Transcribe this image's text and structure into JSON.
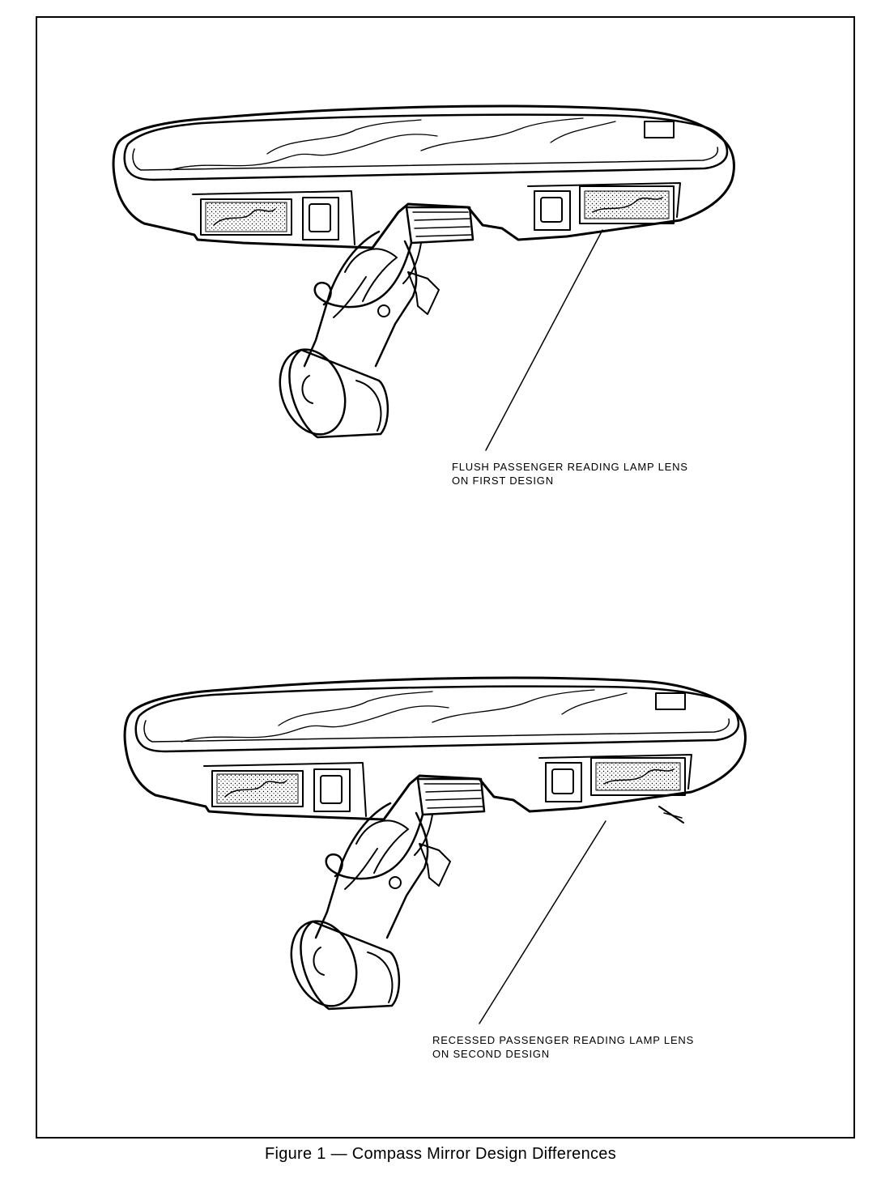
{
  "figure": {
    "caption": "Figure 1 — Compass Mirror Design Differences"
  },
  "callouts": {
    "first_design": {
      "line1": "FLUSH PASSENGER READING LAMP LENS",
      "line2": "ON FIRST DESIGN"
    },
    "second_design": {
      "line1": "RECESSED PASSENGER READING LAMP LENS",
      "line2": "ON SECOND DESIGN"
    }
  }
}
